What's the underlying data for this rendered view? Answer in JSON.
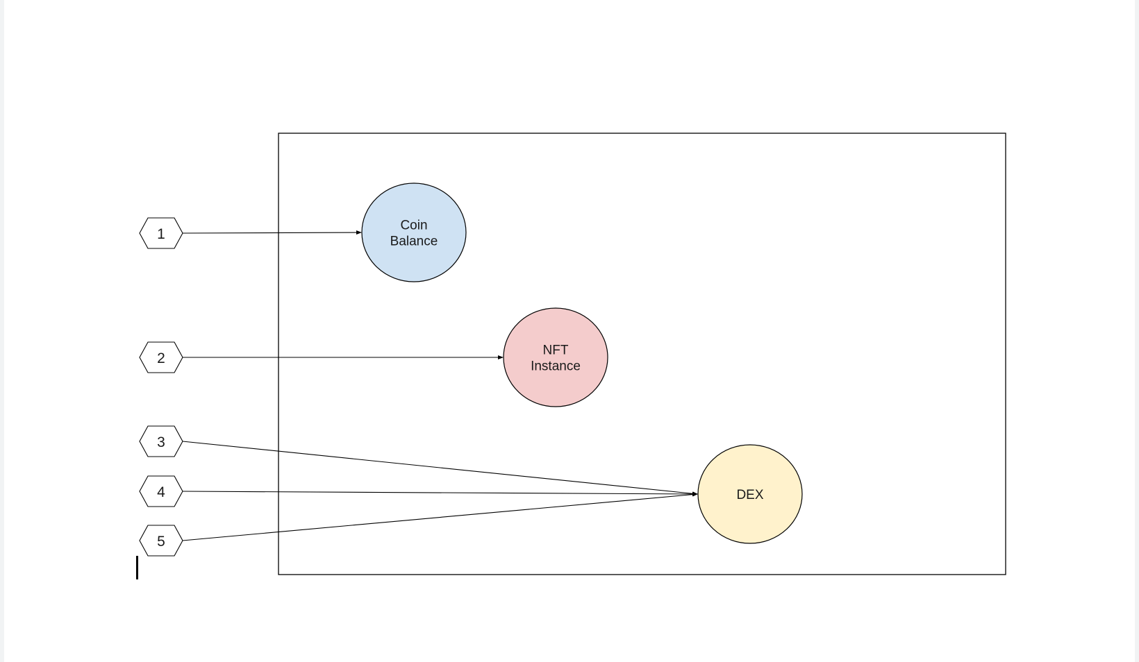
{
  "diagram": {
    "nodes": [
      {
        "id": "coin-balance",
        "lines": [
          "Coin",
          "Balance"
        ],
        "fill": "#cfe2f3"
      },
      {
        "id": "nft-instance",
        "lines": [
          "NFT",
          "Instance"
        ],
        "fill": "#f4cccc"
      },
      {
        "id": "dex",
        "lines": [
          "DEX"
        ],
        "fill": "#fff2cc"
      }
    ],
    "markers": [
      {
        "id": "marker-1",
        "label": "1",
        "target": "coin-balance"
      },
      {
        "id": "marker-2",
        "label": "2",
        "target": "nft-instance"
      },
      {
        "id": "marker-3",
        "label": "3",
        "target": "dex"
      },
      {
        "id": "marker-4",
        "label": "4",
        "target": "dex"
      },
      {
        "id": "marker-5",
        "label": "5",
        "target": "dex"
      }
    ],
    "colors": {
      "stroke": "#000000",
      "container_border": "#000000",
      "background": "#ffffff"
    }
  }
}
